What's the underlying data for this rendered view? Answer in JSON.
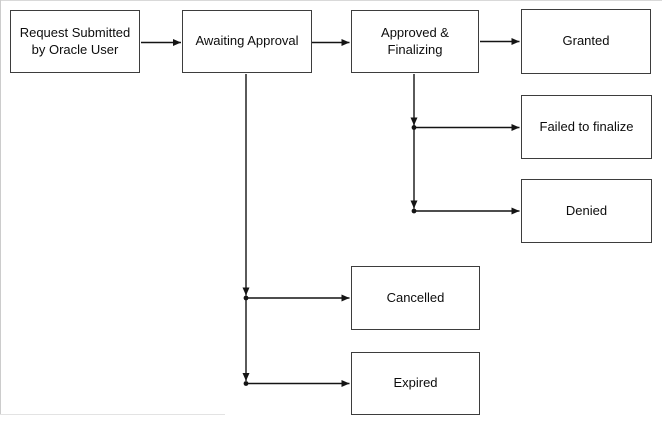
{
  "diagram": {
    "type": "flowchart",
    "nodes": [
      {
        "id": "request-submitted",
        "label": "Request Submitted\nby Oracle User"
      },
      {
        "id": "awaiting-approval",
        "label": "Awaiting Approval"
      },
      {
        "id": "approved-finalizing",
        "label": "Approved &\nFinalizing"
      },
      {
        "id": "granted",
        "label": "Granted"
      },
      {
        "id": "failed-to-finalize",
        "label": "Failed to finalize"
      },
      {
        "id": "denied",
        "label": "Denied"
      },
      {
        "id": "cancelled",
        "label": "Cancelled"
      },
      {
        "id": "expired",
        "label": "Expired"
      }
    ],
    "edges": [
      {
        "from": "request-submitted",
        "to": "awaiting-approval"
      },
      {
        "from": "awaiting-approval",
        "to": "approved-finalizing"
      },
      {
        "from": "approved-finalizing",
        "to": "granted"
      },
      {
        "from": "approved-finalizing",
        "to": "failed-to-finalize"
      },
      {
        "from": "approved-finalizing",
        "to": "denied"
      },
      {
        "from": "awaiting-approval",
        "to": "cancelled"
      },
      {
        "from": "awaiting-approval",
        "to": "expired"
      }
    ],
    "colors": {
      "node_border": "#3d3d3d",
      "node_fill": "#ffffff",
      "connector": "#141414",
      "text": "#0d0d0d",
      "canvas_edge": "#d9d9d9"
    }
  }
}
